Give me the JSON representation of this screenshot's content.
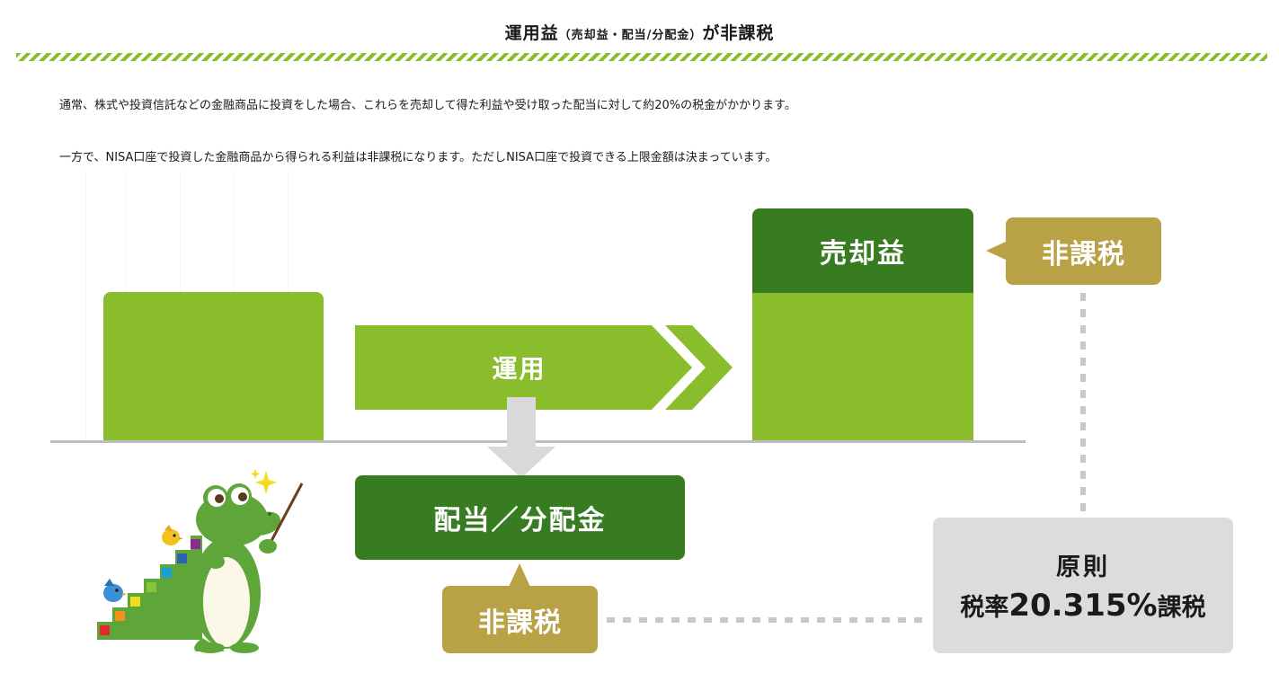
{
  "header": {
    "title_main": "運用益",
    "title_sub": "（売却益・配当/分配金）",
    "title_end": "が非課税"
  },
  "intro": {
    "line1": "通常、株式や投資信託などの金融商品に投資をした場合、これらを売却して得た利益や受け取った配当に対して約20%の税金がかかります。",
    "line2": "一方で、NISA口座で投資した金融商品から得られる利益は非課税になります。ただしNISA口座で投資できる上限金額は決まっています。"
  },
  "diagram": {
    "operation_label": "運用",
    "sale_gain_label": "売却益",
    "dividend_label": "配当／分配金",
    "tax_free_sale": "非課税",
    "tax_free_dividend": "非課税",
    "rule_line1": "原則",
    "rule_prefix": "税率",
    "rule_rate": "20.315%",
    "rule_suffix": "課税",
    "colors": {
      "light_green": "#8abd2b",
      "dark_green": "#387c22",
      "gold": "#b9a146",
      "gray_box": "#dcdcdc",
      "down_arrow": "#d9d9d9",
      "dotted": "#c8c8c8"
    },
    "mascot": "green-crocodile-teacher-icon"
  }
}
